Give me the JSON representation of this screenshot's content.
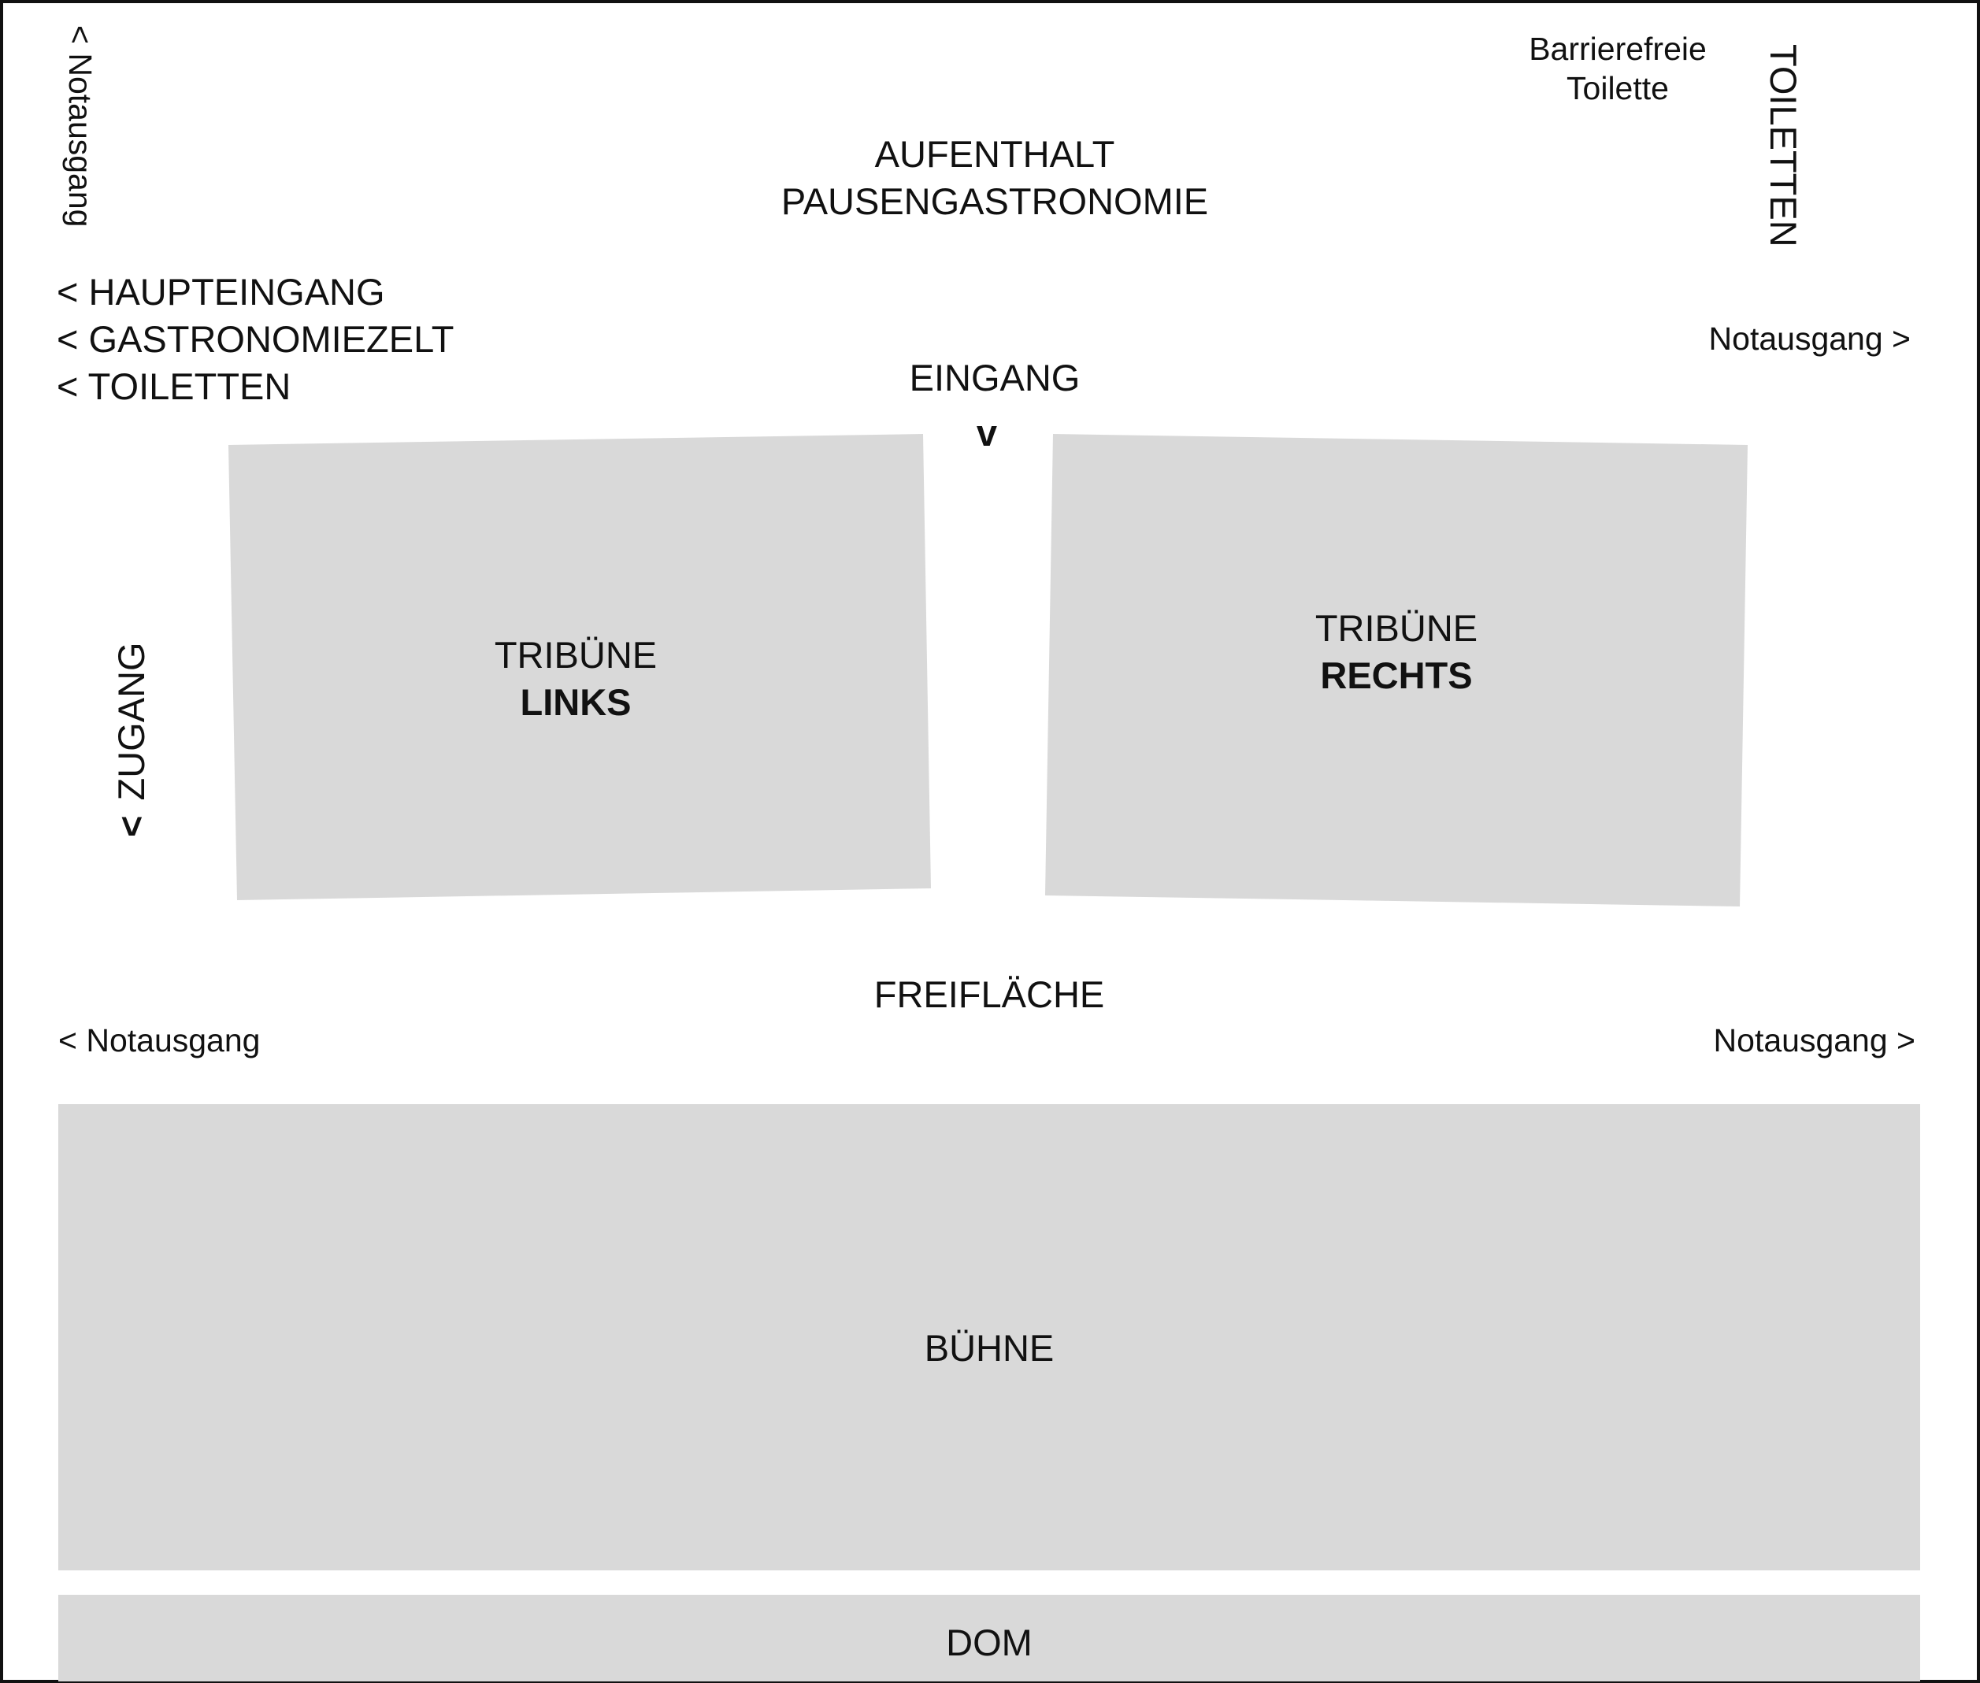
{
  "colors": {
    "area_fill": "#d9d9d9",
    "frame": "#111111",
    "text": "#111111",
    "background": "#ffffff"
  },
  "top": {
    "notausgang_vertical": "< Notausgang",
    "aufenthalt": "AUFENTHALT",
    "pausengastronomie": "PAUSENGASTRONOMIE",
    "barrierefreie_line1": "Barrierefreie",
    "barrierefreie_line2": "Toilette",
    "toiletten_vertical": "TOILETTEN"
  },
  "left_signs": {
    "haupteingang": "< HAUPTEINGANG",
    "gastronomiezelt": "< GASTRONOMIEZELT",
    "toiletten": "< TOILETTEN"
  },
  "right_notausgang_upper": "Notausgang >",
  "eingang": {
    "label": "EINGANG",
    "arrow": "v"
  },
  "zugang": {
    "arrow": "<",
    "label": "ZUGANG"
  },
  "tribuene_links": {
    "line1": "TRIBÜNE",
    "line2": "LINKS"
  },
  "tribuene_rechts": {
    "line1": "TRIBÜNE",
    "line2": "RECHTS"
  },
  "freiflaeche": "FREIFLÄCHE",
  "notausgang_left_lower": "< Notausgang",
  "notausgang_right_lower": "Notausgang >",
  "buehne": "BÜHNE",
  "dom": "DOM"
}
